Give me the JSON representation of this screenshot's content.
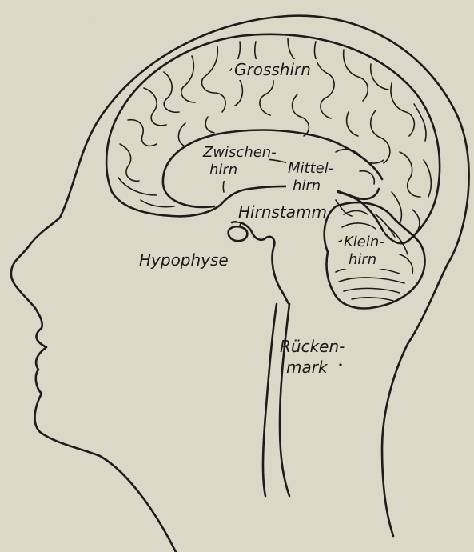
{
  "labels": {
    "grosshirn": "Grosshirn",
    "zwischenhirn_1": "Zwischen-",
    "zwischenhirn_2": "hirn",
    "mittelhirn_1": "Mittel-",
    "mittelhirn_2": "hirn",
    "hirnstamm": "Hirnstamm",
    "hypophyse": "Hypophyse",
    "kleinhirn_1": "Klein-",
    "kleinhirn_2": "hirn",
    "rueckenmark_1": "Rücken-",
    "rueckenmark_2": "mark"
  },
  "colors": {
    "paper": "#dcd8c8",
    "ink": "#1e1c1a"
  }
}
